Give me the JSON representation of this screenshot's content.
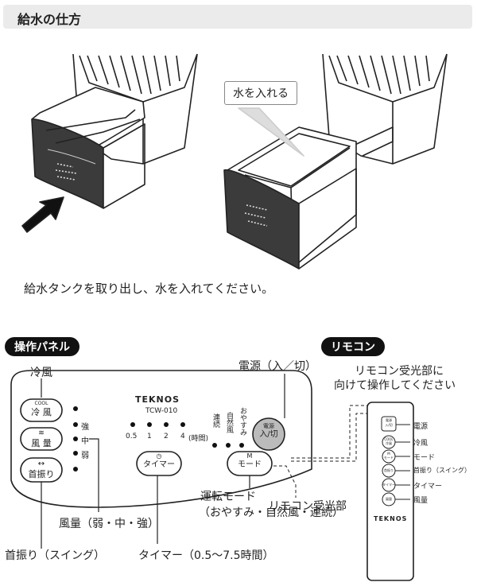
{
  "header": {
    "title": "給水の仕方"
  },
  "illustration": {
    "callout": "水を入れる"
  },
  "instruction": "給水タンクを取り出し、水を入れてください。",
  "sections": {
    "panel": "操作パネル",
    "remote": "リモコン"
  },
  "panel": {
    "brand": "TEKNOS",
    "model": "TCW-010",
    "cool_button": {
      "top": "COOL",
      "label": "冷 風"
    },
    "fan_button": {
      "label": "風 量"
    },
    "swing_button": {
      "label": "首振り"
    },
    "timer_button": {
      "label": "タイマー"
    },
    "mode_button": {
      "top": "M",
      "label": "モード"
    },
    "power_button": {
      "top": "電源",
      "label": "入/切"
    },
    "fan_levels": [
      "強",
      "中",
      "弱"
    ],
    "timer_values": [
      "0.5",
      "1",
      "2",
      "4",
      "(時間)"
    ],
    "mode_names": [
      "連続",
      "自然風",
      "おやすみ"
    ]
  },
  "labels": {
    "cool": "冷風",
    "power": "電源（入／切）",
    "fan_speed": "風量（弱・中・強）",
    "mode": "運転モード",
    "mode_sub": "（おやすみ・自然風・連続）",
    "swing": "首振り（スイング）",
    "timer": "タイマー（0.5〜7.5時間）",
    "receiver": "リモコン受光部"
  },
  "remote": {
    "instruction_line1": "リモコン受光部に",
    "instruction_line2": "向けて操作してください",
    "brand": "TEKNOS",
    "buttons": [
      {
        "icon": "電源\n入/切",
        "label": "電源"
      },
      {
        "icon": "COOL\n冷風",
        "label": "冷風"
      },
      {
        "icon": "M\nモード",
        "label": "モード"
      },
      {
        "icon": "首振り",
        "label": "首振り（スイング）"
      },
      {
        "icon": "タイマー",
        "label": "タイマー"
      },
      {
        "icon": "風量",
        "label": "風量"
      }
    ]
  }
}
